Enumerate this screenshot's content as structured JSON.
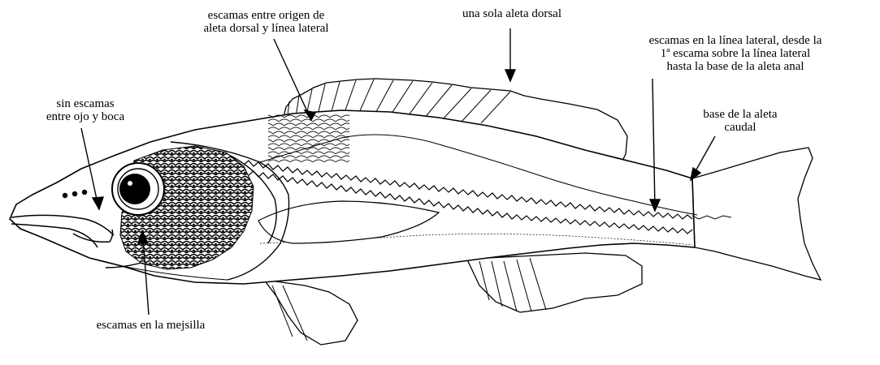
{
  "labels": {
    "dorsal_origin_scales": [
      "escamas entre origen de",
      "aleta dorsal y línea lateral"
    ],
    "single_dorsal_fin": [
      "una sola aleta dorsal"
    ],
    "lateral_line_scales": [
      "escamas en la línea lateral, desde la",
      "1ª escama sobre la línea lateral",
      "hasta la base de la aleta anal"
    ],
    "no_scales_eye_mouth": [
      "sin escamas",
      "entre ojo y boca"
    ],
    "caudal_fin_base": [
      "base de la aleta",
      "caudal"
    ],
    "cheek_scales": [
      "escamas en la mejsilla"
    ]
  },
  "colors": {
    "ink": "#000000",
    "paper": "#ffffff",
    "cheek_fill": "#3a3a3a"
  }
}
